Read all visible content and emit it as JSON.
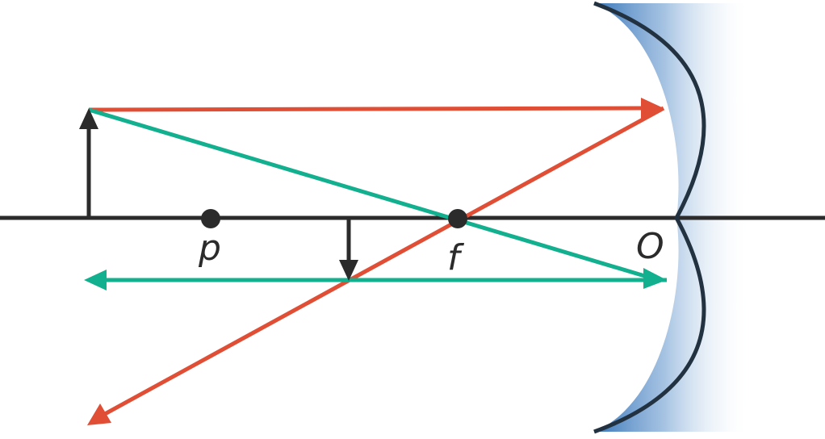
{
  "labels": {
    "p": "p",
    "f": "f",
    "o": "O"
  },
  "colors": {
    "axis": "#2b2b2b",
    "object_arrow": "#2b2b2b",
    "image_arrow": "#2b2b2b",
    "red_ray": "#e04e36",
    "green_ray": "#12b08e",
    "mirror_outline": "#233240",
    "mirror_shade": "#2d6eb5",
    "background": "#ffffff"
  },
  "elements": {
    "optical_axis": "optical-axis",
    "mirror": "concave-mirror",
    "object": "object-arrow",
    "image": "image-arrow",
    "points": [
      "point-p",
      "point-f"
    ],
    "rays": [
      "red-incident-ray",
      "red-reflected-ray",
      "green-incident-ray",
      "green-reflected-ray"
    ]
  }
}
